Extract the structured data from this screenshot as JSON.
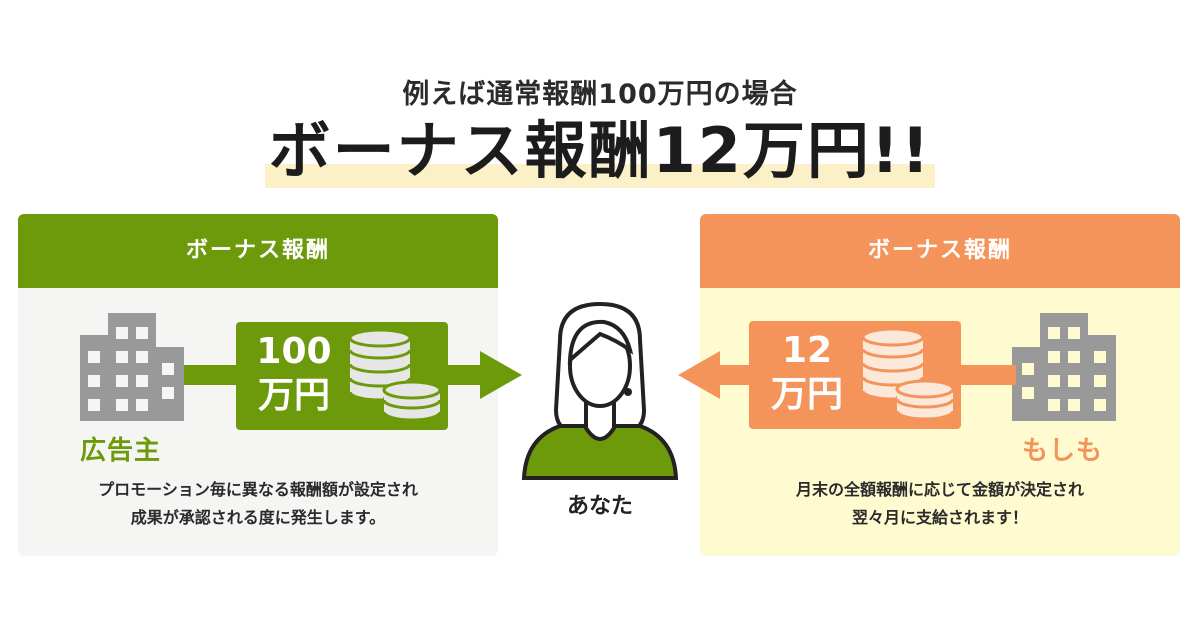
{
  "heading": {
    "subtitle": "例えば通常報酬100万円の場合",
    "title": "ボーナス報酬12万円!!"
  },
  "left_panel": {
    "header": "ボーナス報酬",
    "source_label": "広告主",
    "amount_line1": "100",
    "amount_line2": "万円",
    "description_line1": "プロモーション毎に異なる報酬額が設定され",
    "description_line2": "成果が承認される度に発生します。",
    "color": "#6d9a0a",
    "background": "#f5f5f3"
  },
  "right_panel": {
    "header": "ボーナス報酬",
    "source_label": "もしも",
    "amount_line1": "12",
    "amount_line2": "万円",
    "description_line1": "月末の全額報酬に応じて金額が決定され",
    "description_line2": "翌々月に支給されます！",
    "color": "#f4945a",
    "background": "#fefbd1"
  },
  "center": {
    "label": "あなた"
  },
  "icons": [
    "building-icon",
    "coins-icon",
    "arrow-right-icon",
    "arrow-left-icon",
    "person-icon"
  ]
}
